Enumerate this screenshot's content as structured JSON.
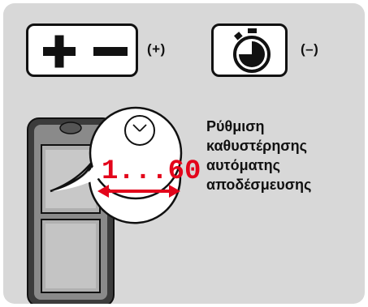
{
  "keys": {
    "plus_minus": {
      "caption": "(+)"
    },
    "timer": {
      "caption": "(–)"
    }
  },
  "callout": {
    "display_text": "1...60"
  },
  "description": {
    "lines": [
      "Ρύθμιση",
      "καθυστέρησης",
      "αυτόματης",
      "αποδέσμευσης"
    ]
  },
  "colors": {
    "panel": "#d8d8d8",
    "display_red": "#e3051b",
    "ink": "#111111"
  },
  "icons": [
    "plus-minus-key-icon",
    "timer-key-icon",
    "clock-icon",
    "double-arrow-icon",
    "laser-rangefinder-device"
  ]
}
